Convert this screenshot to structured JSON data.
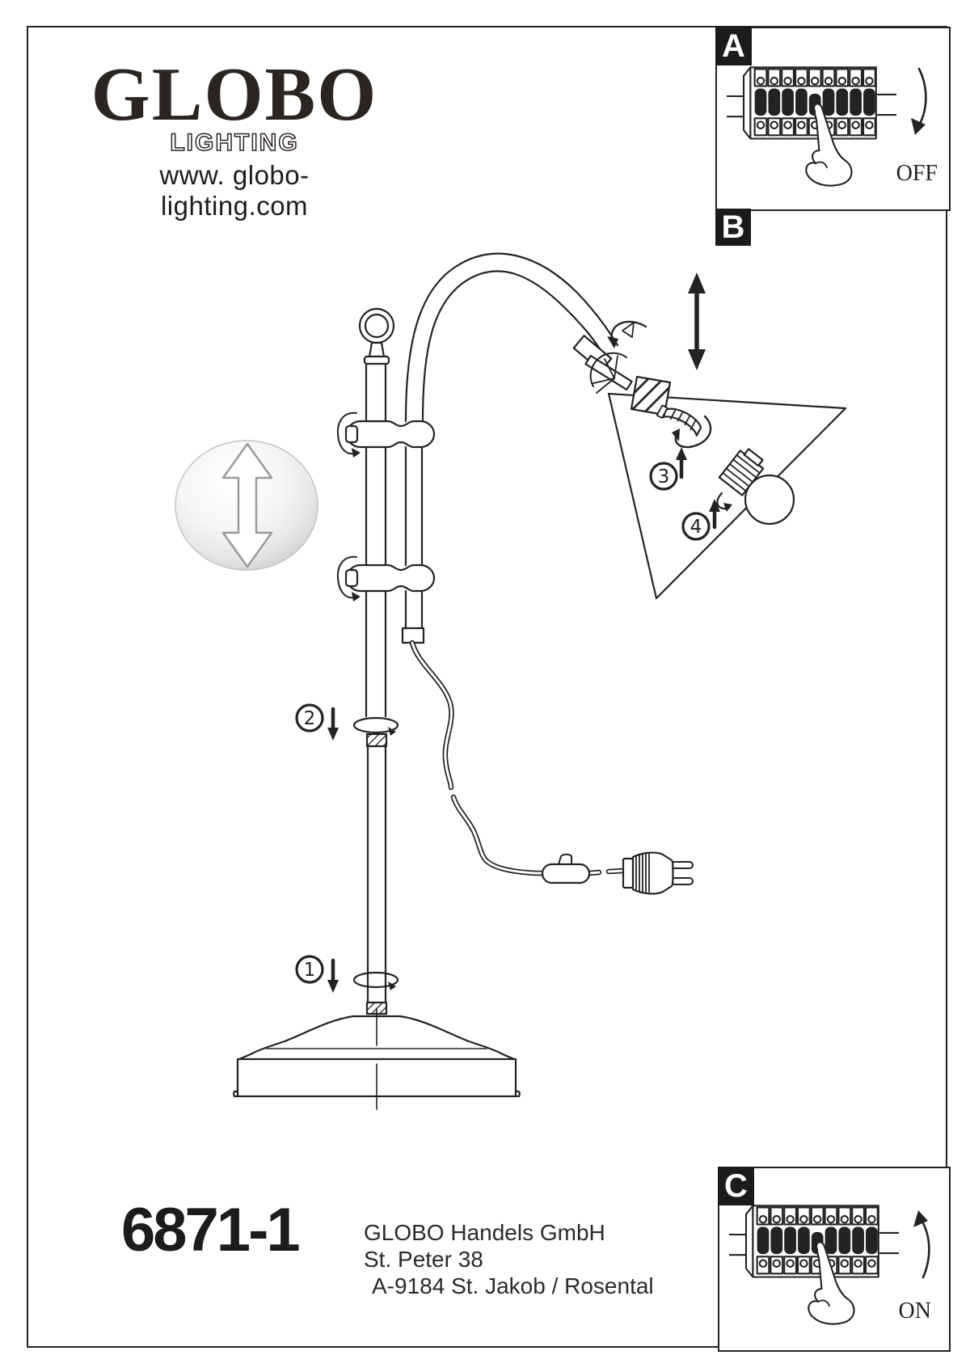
{
  "brand": {
    "name": "GLOBO",
    "tagline": "LIGHTING",
    "website": "www. globo-lighting.com"
  },
  "product": {
    "model": "6871-1"
  },
  "manufacturer": {
    "name": "GLOBO Handels GmbH",
    "street": "St. Peter 38",
    "city": "A-9184 St. Jakob / Rosental"
  },
  "steps": {
    "a": {
      "label": "A",
      "caption": "OFF"
    },
    "b": {
      "label": "B"
    },
    "c": {
      "label": "C",
      "caption": "ON"
    }
  },
  "callouts": {
    "step1": "1",
    "step2": "2",
    "step3": "3",
    "step4": "4"
  },
  "colors": {
    "ink": "#232323",
    "paper": "#ffffff"
  }
}
